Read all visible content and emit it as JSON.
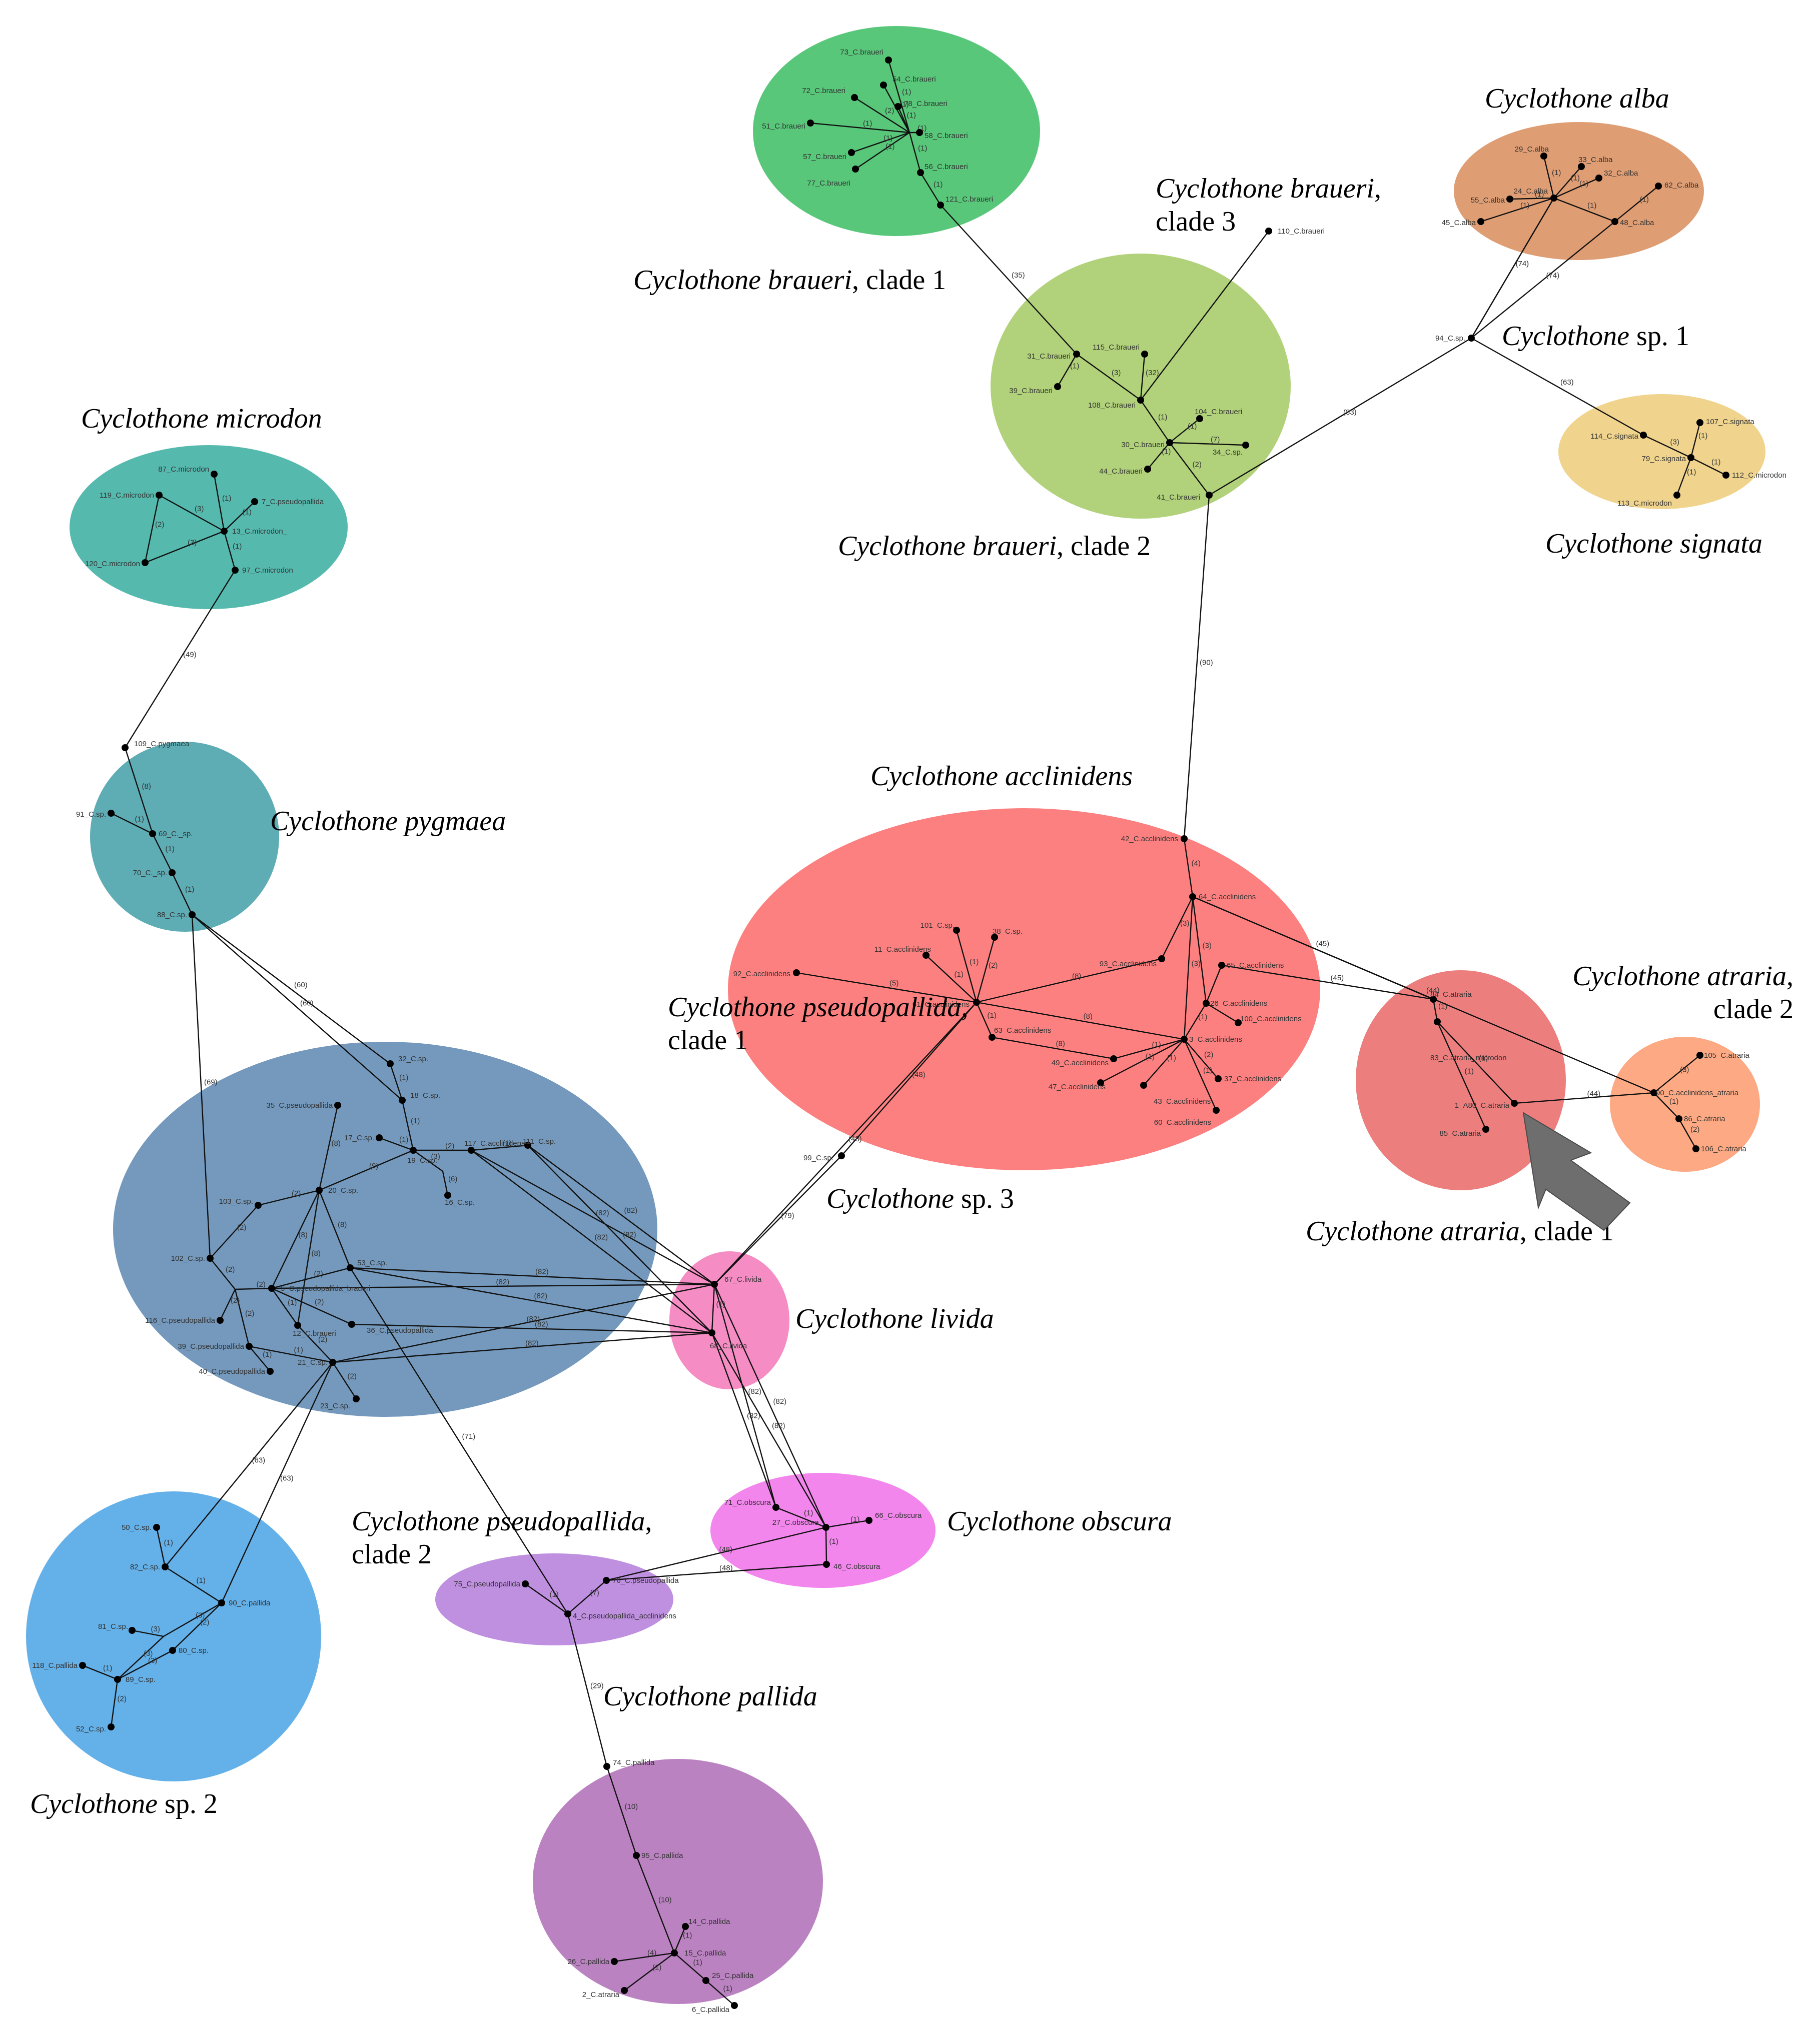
{
  "clusters": [
    {
      "id": "brauc1",
      "name": "Cyclothone braueri",
      "suffix": ", clade 1",
      "color": "#59c77a"
    },
    {
      "id": "brauc2",
      "name": "Cyclothone braueri",
      "suffix": ", clade 2",
      "color": "#b1d27a"
    },
    {
      "id": "brauc3",
      "name": "Cyclothone braueri",
      "suffix": ",",
      "line2": "clade 3",
      "color": "#000000"
    },
    {
      "id": "alba",
      "name": "Cyclothone alba",
      "suffix": "",
      "color": "#df9d73"
    },
    {
      "id": "sp1",
      "name": "Cyclothone",
      "suffix": " sp. 1",
      "color": "#000000"
    },
    {
      "id": "signata",
      "name": "Cyclothone signata",
      "suffix": "",
      "color": "#f0d48e"
    },
    {
      "id": "microdon",
      "name": "Cyclothone microdon",
      "suffix": "",
      "color": "#56b9ae"
    },
    {
      "id": "pygmaea",
      "name": "Cyclothone pygmaea",
      "suffix": "",
      "color": "#5eacb4"
    },
    {
      "id": "acclinidens",
      "name": "Cyclothone acclinidens",
      "suffix": "",
      "color": "#fd8080"
    },
    {
      "id": "pseudoc1",
      "name": "Cyclothone pseudopallida",
      "suffix": ",",
      "line2": "clade 1",
      "color": "#7499bc"
    },
    {
      "id": "atrariac2",
      "name": "Cyclothone atraria",
      "suffix": ",",
      "line2": "clade 2",
      "color": "#fdaa84"
    },
    {
      "id": "atrariac1",
      "name": "Cyclothone atraria",
      "suffix": ", clade 1",
      "color": "#ec7e7e"
    },
    {
      "id": "sp3",
      "name": "Cyclothone",
      "suffix": " sp. 3",
      "color": "#000000"
    },
    {
      "id": "livida",
      "name": "Cyclothone livida",
      "suffix": "",
      "color": "#f58cc4"
    },
    {
      "id": "obscura",
      "name": "Cyclothone obscura",
      "suffix": "",
      "color": "#f286ec"
    },
    {
      "id": "pseudoc2",
      "name": "Cyclothone pseudopallida",
      "suffix": ",",
      "line2": "clade 2",
      "color": "#bf8fe0"
    },
    {
      "id": "sp2",
      "name": "Cyclothone",
      "suffix": " sp. 2",
      "color": "#64b0e8"
    },
    {
      "id": "pallida",
      "name": "Cyclothone pallida",
      "suffix": "",
      "color": "#bb82c2"
    }
  ],
  "nodes": [
    {
      "id": "73",
      "label": "73_C.braueri"
    },
    {
      "id": "54",
      "label": "54_C.braueri"
    },
    {
      "id": "72",
      "label": "72_C.braueri"
    },
    {
      "id": "78",
      "label": "78_C.braueri"
    },
    {
      "id": "51",
      "label": "51_C.braueri"
    },
    {
      "id": "58",
      "label": "58_C.braueri"
    },
    {
      "id": "57",
      "label": "57_C.braueri"
    },
    {
      "id": "56",
      "label": "56_C.braueri"
    },
    {
      "id": "77",
      "label": "77_C.braueri"
    },
    {
      "id": "121",
      "label": "121_C.braueri"
    },
    {
      "id": "110",
      "label": "110_C.braueri"
    },
    {
      "id": "115",
      "label": "115_C.braueri"
    },
    {
      "id": "31",
      "label": "31_C.braueri"
    },
    {
      "id": "39",
      "label": "39_C.braueri"
    },
    {
      "id": "108",
      "label": "108_C.braueri"
    },
    {
      "id": "104",
      "label": "104_C.braueri"
    },
    {
      "id": "30",
      "label": "30_C.braueri"
    },
    {
      "id": "34",
      "label": "34_C.sp."
    },
    {
      "id": "44",
      "label": "44_C.braueri"
    },
    {
      "id": "41",
      "label": "41_C.braueri"
    },
    {
      "id": "29",
      "label": "29_C.alba"
    },
    {
      "id": "33",
      "label": "33_C.alba"
    },
    {
      "id": "24",
      "label": "24_C.alba"
    },
    {
      "id": "32",
      "label": "32_C.alba"
    },
    {
      "id": "55",
      "label": "55_C.alba"
    },
    {
      "id": "62",
      "label": "62_C.alba"
    },
    {
      "id": "45",
      "label": "45_C.alba"
    },
    {
      "id": "48",
      "label": "48_C.alba"
    },
    {
      "id": "94",
      "label": "94_C.sp."
    },
    {
      "id": "114",
      "label": "114_C.signata"
    },
    {
      "id": "107",
      "label": "107_C.signata"
    },
    {
      "id": "79",
      "label": "79_C.signata"
    },
    {
      "id": "112",
      "label": "112_C.microdon"
    },
    {
      "id": "113",
      "label": "113_C.microdon"
    },
    {
      "id": "87",
      "label": "87_C.microdon"
    },
    {
      "id": "119",
      "label": "119_C.microdon"
    },
    {
      "id": "7",
      "label": "7_C.pseudopallida"
    },
    {
      "id": "13",
      "label": "13_C.microdon_"
    },
    {
      "id": "120",
      "label": "120_C.microdon"
    },
    {
      "id": "97",
      "label": "97_C.microdon"
    },
    {
      "id": "109",
      "label": "109_C.pygmaea"
    },
    {
      "id": "91",
      "label": "91_C.sp."
    },
    {
      "id": "69",
      "label": "69_C._sp."
    },
    {
      "id": "70",
      "label": "70_C._sp."
    },
    {
      "id": "88",
      "label": "88_C.sp."
    },
    {
      "id": "42",
      "label": "42_C.acclinidens"
    },
    {
      "id": "64",
      "label": "64_C.acclinidens"
    },
    {
      "id": "101",
      "label": "101_C.sp."
    },
    {
      "id": "38",
      "label": "38_C.sp."
    },
    {
      "id": "11",
      "label": "11_C.acclinidens"
    },
    {
      "id": "92",
      "label": "92_C.acclinidens"
    },
    {
      "id": "61",
      "label": "61_C.acclinidens"
    },
    {
      "id": "93",
      "label": "93_C.acclinidens"
    },
    {
      "id": "65",
      "label": "65_C.acclinidens"
    },
    {
      "id": "63",
      "label": "63_C.acclinidens"
    },
    {
      "id": "26",
      "label": "26_C.acclinidens"
    },
    {
      "id": "100",
      "label": "100_C.acclinidens"
    },
    {
      "id": "49",
      "label": "49_C.acclinidens"
    },
    {
      "id": "3",
      "label": "3_C.acclinidens"
    },
    {
      "id": "37",
      "label": "37_C.acclinidens"
    },
    {
      "id": "47",
      "label": "47_C.acclinidens"
    },
    {
      "id": "43",
      "label": "43_C.acclinidens"
    },
    {
      "id": "60",
      "label": "60_C.acclinidens"
    },
    {
      "id": "99",
      "label": "99_C.sp."
    },
    {
      "id": "84",
      "label": "84_C.atraria"
    },
    {
      "id": "83",
      "label": "83_C.atraria_microdon"
    },
    {
      "id": "1",
      "label": "1_A80_C.atraria"
    },
    {
      "id": "85",
      "label": "85_C.atraria"
    },
    {
      "id": "105",
      "label": "105_C.atraria"
    },
    {
      "id": "90a",
      "label": "90_C.acclinidens_atraria"
    },
    {
      "id": "86",
      "label": "86_C.atraria"
    },
    {
      "id": "106",
      "label": "106_C.atraria"
    },
    {
      "id": "32s",
      "label": "32_C.sp."
    },
    {
      "id": "18",
      "label": "18_C.sp."
    },
    {
      "id": "35",
      "label": "35_C.pseudopallida"
    },
    {
      "id": "17",
      "label": "17_C.sp."
    },
    {
      "id": "117",
      "label": "117_C.acclinidens"
    },
    {
      "id": "111",
      "label": "111_C.sp."
    },
    {
      "id": "19",
      "label": "19_C.sp."
    },
    {
      "id": "16",
      "label": "16_C.sp."
    },
    {
      "id": "103",
      "label": "103_C.sp."
    },
    {
      "id": "20",
      "label": "20_C.sp."
    },
    {
      "id": "102",
      "label": "102_C.sp."
    },
    {
      "id": "53",
      "label": "53_C.sp."
    },
    {
      "id": "5",
      "label": "5_C.pseudopallida_braueri"
    },
    {
      "id": "116",
      "label": "116_C.pseudopallida"
    },
    {
      "id": "12",
      "label": "12_C.braueri"
    },
    {
      "id": "36",
      "label": "36_C.pseudopallida"
    },
    {
      "id": "39p",
      "label": "39_C.pseudopallida"
    },
    {
      "id": "40",
      "label": "40_C.pseudopallida"
    },
    {
      "id": "21",
      "label": "21_C.sp."
    },
    {
      "id": "23",
      "label": "23_C.sp."
    },
    {
      "id": "67",
      "label": "67_C.livida"
    },
    {
      "id": "68",
      "label": "68_C.livida"
    },
    {
      "id": "71",
      "label": "71_C.obscura"
    },
    {
      "id": "27",
      "label": "27_C.obscura"
    },
    {
      "id": "66",
      "label": "66_C.obscura"
    },
    {
      "id": "46",
      "label": "46_C.obscura"
    },
    {
      "id": "75",
      "label": "75_C.pseudopallida"
    },
    {
      "id": "76",
      "label": "76_C.pseudopallida"
    },
    {
      "id": "4",
      "label": "4_C.pseudopallida_acclinidens"
    },
    {
      "id": "50",
      "label": "50_C.sp."
    },
    {
      "id": "82",
      "label": "82_C.sp."
    },
    {
      "id": "90",
      "label": "90_C.pallida"
    },
    {
      "id": "81",
      "label": "81_C.sp."
    },
    {
      "id": "80",
      "label": "80_C.sp."
    },
    {
      "id": "118",
      "label": "118_C.pallida"
    },
    {
      "id": "89",
      "label": "89_C.sp."
    },
    {
      "id": "52",
      "label": "52_C.sp."
    },
    {
      "id": "74",
      "label": "74_C.pallida"
    },
    {
      "id": "95",
      "label": "95_C.pallida"
    },
    {
      "id": "14",
      "label": "14_C.pallida"
    },
    {
      "id": "26p",
      "label": "26_C.pallida"
    },
    {
      "id": "15",
      "label": "15_C.pallida"
    },
    {
      "id": "25",
      "label": "25_C.pallida"
    },
    {
      "id": "2",
      "label": "2_C.atraria"
    },
    {
      "id": "6",
      "label": "6_C.pallida"
    }
  ],
  "edges": [
    {
      "a": "73",
      "b": "h1",
      "w": "(1)"
    },
    {
      "a": "54",
      "b": "h1",
      "w": "(1)"
    },
    {
      "a": "72",
      "b": "h1",
      "w": "(2)"
    },
    {
      "a": "78",
      "b": "h1",
      "w": "(1)"
    },
    {
      "a": "51",
      "b": "h1",
      "w": "(1)"
    },
    {
      "a": "58",
      "b": "h1",
      "w": "(1)"
    },
    {
      "a": "57",
      "b": "h1",
      "w": "(1)"
    },
    {
      "a": "77",
      "b": "h1",
      "w": "(1)"
    },
    {
      "a": "56",
      "b": "h1",
      "w": "(1)"
    },
    {
      "a": "121",
      "b": "56",
      "w": "(1)"
    },
    {
      "a": "121",
      "b": "j1",
      "w": "(35)"
    },
    {
      "a": "31",
      "b": "j1",
      "w": ""
    },
    {
      "a": "39",
      "b": "31",
      "w": "(1)"
    },
    {
      "a": "j1",
      "b": "108",
      "w": "(3)"
    },
    {
      "a": "108",
      "b": "115",
      "w": "(32)"
    },
    {
      "a": "108",
      "b": "110",
      "w": ""
    },
    {
      "a": "108",
      "b": "30",
      "w": "(1)"
    },
    {
      "a": "30",
      "b": "104",
      "w": "(1)"
    },
    {
      "a": "30",
      "b": "34",
      "w": "(7)"
    },
    {
      "a": "30",
      "b": "44",
      "w": "(1)"
    },
    {
      "a": "30",
      "b": "41",
      "w": "(2)"
    },
    {
      "a": "41",
      "b": "94",
      "w": "(83)"
    },
    {
      "a": "41",
      "b": "42",
      "w": "(90)"
    },
    {
      "a": "29",
      "b": "h2",
      "w": "(1)"
    },
    {
      "a": "33",
      "b": "h2",
      "w": "(1)"
    },
    {
      "a": "24",
      "b": "h2",
      "w": ""
    },
    {
      "a": "32",
      "b": "h2",
      "w": "(1)"
    },
    {
      "a": "55",
      "b": "h2",
      "w": "(1)"
    },
    {
      "a": "45",
      "b": "h2",
      "w": "(1)"
    },
    {
      "a": "h2",
      "b": "48",
      "w": "(1)"
    },
    {
      "a": "62",
      "b": "48",
      "w": "(1)"
    },
    {
      "a": "h2",
      "b": "94",
      "w": "(74)"
    },
    {
      "a": "24",
      "b": "94",
      "w": "(74)"
    },
    {
      "a": "48",
      "b": "94",
      "w": "(74)"
    },
    {
      "a": "94",
      "b": "114",
      "w": "(63)"
    },
    {
      "a": "114",
      "b": "79",
      "w": "(3)"
    },
    {
      "a": "79",
      "b": "107",
      "w": "(1)"
    },
    {
      "a": "79",
      "b": "112",
      "w": "(1)"
    },
    {
      "a": "79",
      "b": "113",
      "w": "(1)"
    },
    {
      "a": "87",
      "b": "13",
      "w": "(1)"
    },
    {
      "a": "7",
      "b": "13",
      "w": "(1)"
    },
    {
      "a": "119",
      "b": "13",
      "w": "(3)"
    },
    {
      "a": "119",
      "b": "120",
      "w": "(2)"
    },
    {
      "a": "120",
      "b": "13",
      "w": "(3)"
    },
    {
      "a": "13",
      "b": "97",
      "w": "(1)"
    },
    {
      "a": "97",
      "b": "109",
      "w": "(49)"
    },
    {
      "a": "109",
      "b": "69",
      "w": "(8)"
    },
    {
      "a": "91",
      "b": "69",
      "w": "(1)"
    },
    {
      "a": "69",
      "b": "70",
      "w": "(1)"
    },
    {
      "a": "70",
      "b": "88",
      "w": "(1)"
    },
    {
      "a": "88",
      "b": "32s",
      "w": "(60)"
    },
    {
      "a": "88",
      "b": "18",
      "w": "(60)"
    },
    {
      "a": "88",
      "b": "102",
      "w": "(69)"
    },
    {
      "a": "42",
      "b": "64",
      "w": "(4)"
    },
    {
      "a": "64",
      "b": "93",
      "w": "(3)"
    },
    {
      "a": "64",
      "b": "26",
      "w": "(3)"
    },
    {
      "a": "64",
      "b": "3",
      "w": "(3)"
    },
    {
      "a": "64",
      "b": "84",
      "w": "(45)"
    },
    {
      "a": "64",
      "b": "90a",
      "w": "(44)"
    },
    {
      "a": "65",
      "b": "26",
      "w": ""
    },
    {
      "a": "65",
      "b": "84",
      "w": "(45)"
    },
    {
      "a": "93",
      "b": "61",
      "w": "(8)"
    },
    {
      "a": "101",
      "b": "61",
      "w": "(1)"
    },
    {
      "a": "38",
      "b": "61",
      "w": "(2)"
    },
    {
      "a": "11",
      "b": "61",
      "w": "(1)"
    },
    {
      "a": "92",
      "b": "61",
      "w": "(5)"
    },
    {
      "a": "61",
      "b": "63",
      "w": "(1)"
    },
    {
      "a": "61",
      "b": "3",
      "w": "(8)"
    },
    {
      "a": "63",
      "b": "49",
      "w": "(8)"
    },
    {
      "a": "49",
      "b": "3",
      "w": "(1)"
    },
    {
      "a": "3",
      "b": "26",
      "w": "(1)"
    },
    {
      "a": "26",
      "b": "100",
      "w": ""
    },
    {
      "a": "3",
      "b": "37",
      "w": "(2)"
    },
    {
      "a": "3",
      "b": "47",
      "w": "(1)"
    },
    {
      "a": "3",
      "b": "43",
      "w": "(1)"
    },
    {
      "a": "3",
      "b": "60",
      "w": "(1)"
    },
    {
      "a": "61",
      "b": "99",
      "w": "(48)"
    },
    {
      "a": "61",
      "b": "67",
      "w": "(48)"
    },
    {
      "a": "99",
      "b": "67",
      "w": "(79)"
    },
    {
      "a": "84",
      "b": "83",
      "w": "(1)"
    },
    {
      "a": "83",
      "b": "1",
      "w": "(1)"
    },
    {
      "a": "83",
      "b": "85",
      "w": "(1)"
    },
    {
      "a": "1",
      "b": "90a",
      "w": "(44)"
    },
    {
      "a": "105",
      "b": "90a",
      "w": "(3)"
    },
    {
      "a": "90a",
      "b": "86",
      "w": "(1)"
    },
    {
      "a": "86",
      "b": "106",
      "w": "(2)"
    },
    {
      "a": "32s",
      "b": "18",
      "w": "(1)"
    },
    {
      "a": "18",
      "b": "19",
      "w": "(1)"
    },
    {
      "a": "17",
      "b": "19",
      "w": "(1)"
    },
    {
      "a": "19",
      "b": "117",
      "w": "(2)"
    },
    {
      "a": "117",
      "b": "111",
      "w": "(1)"
    },
    {
      "a": "19",
      "b": "h3",
      "w": "(3)"
    },
    {
      "a": "h3",
      "b": "16",
      "w": "(6)"
    },
    {
      "a": "19",
      "b": "20",
      "w": "(9)"
    },
    {
      "a": "35",
      "b": "20",
      "w": "(8)"
    },
    {
      "a": "103",
      "b": "20",
      "w": "(2)"
    },
    {
      "a": "20",
      "b": "5",
      "w": "(8)"
    },
    {
      "a": "20",
      "b": "12",
      "w": "(8)"
    },
    {
      "a": "20",
      "b": "53",
      "w": "(8)"
    },
    {
      "a": "103",
      "b": "102",
      "w": "(2)"
    },
    {
      "a": "102",
      "b": "h4",
      "w": "(2)"
    },
    {
      "a": "h4",
      "b": "5",
      "w": "(2)"
    },
    {
      "a": "h4",
      "b": "116",
      "w": "(2)"
    },
    {
      "a": "h4",
      "b": "39p",
      "w": "(2)"
    },
    {
      "a": "39p",
      "b": "40",
      "w": "(1)"
    },
    {
      "a": "5",
      "b": "12",
      "w": "(1)"
    },
    {
      "a": "5",
      "b": "53",
      "w": "(2)"
    },
    {
      "a": "5",
      "b": "36",
      "w": "(2)"
    },
    {
      "a": "12",
      "b": "21",
      "w": "(2)"
    },
    {
      "a": "39p",
      "b": "21",
      "w": "(1)"
    },
    {
      "a": "21",
      "b": "23",
      "w": "(2)"
    },
    {
      "a": "117",
      "b": "67",
      "w": "(82)"
    },
    {
      "a": "117",
      "b": "68",
      "w": "(82)"
    },
    {
      "a": "111",
      "b": "67",
      "w": "(82)"
    },
    {
      "a": "111",
      "b": "68",
      "w": "(82)"
    },
    {
      "a": "53",
      "b": "67",
      "w": "(82)"
    },
    {
      "a": "53",
      "b": "68",
      "w": "(82)"
    },
    {
      "a": "5",
      "b": "67",
      "w": "(82)"
    },
    {
      "a": "36",
      "b": "68",
      "w": "(82)"
    },
    {
      "a": "21",
      "b": "67",
      "w": "(82)"
    },
    {
      "a": "21",
      "b": "68",
      "w": "(82)"
    },
    {
      "a": "67",
      "b": "68",
      "w": "(1)"
    },
    {
      "a": "67",
      "b": "71",
      "w": "(82)"
    },
    {
      "a": "67",
      "b": "27",
      "w": "(82)"
    },
    {
      "a": "68",
      "b": "71",
      "w": "(82)"
    },
    {
      "a": "68",
      "b": "27",
      "w": "(82)"
    },
    {
      "a": "71",
      "b": "27",
      "w": "(1)"
    },
    {
      "a": "27",
      "b": "66",
      "w": "(1)"
    },
    {
      "a": "27",
      "b": "46",
      "w": "(1)"
    },
    {
      "a": "27",
      "b": "76",
      "w": "(48)"
    },
    {
      "a": "46",
      "b": "76",
      "w": "(48)"
    },
    {
      "a": "76",
      "b": "4",
      "w": "(7)"
    },
    {
      "a": "75",
      "b": "4",
      "w": "(1)"
    },
    {
      "a": "53",
      "b": "4",
      "w": "(71)"
    },
    {
      "a": "4",
      "b": "74",
      "w": "(29)"
    },
    {
      "a": "21",
      "b": "82",
      "w": "(63)"
    },
    {
      "a": "21",
      "b": "90",
      "w": "(63)"
    },
    {
      "a": "50",
      "b": "82",
      "w": "(1)"
    },
    {
      "a": "82",
      "b": "90",
      "w": "(1)"
    },
    {
      "a": "90",
      "b": "80",
      "w": "(2)"
    },
    {
      "a": "90",
      "b": "h5",
      "w": "(3)"
    },
    {
      "a": "81",
      "b": "h5",
      "w": "(3)"
    },
    {
      "a": "h5",
      "b": "89",
      "w": "(3)"
    },
    {
      "a": "118",
      "b": "89",
      "w": "(1)"
    },
    {
      "a": "89",
      "b": "80",
      "w": "(3)"
    },
    {
      "a": "89",
      "b": "52",
      "w": "(2)"
    },
    {
      "a": "74",
      "b": "95",
      "w": "(10)"
    },
    {
      "a": "95",
      "b": "15",
      "w": "(10)"
    },
    {
      "a": "14",
      "b": "15",
      "w": "(1)"
    },
    {
      "a": "26p",
      "b": "15",
      "w": "(4)"
    },
    {
      "a": "2",
      "b": "15",
      "w": "(1)"
    },
    {
      "a": "15",
      "b": "25",
      "w": "(1)"
    },
    {
      "a": "25",
      "b": "6",
      "w": "(1)"
    }
  ]
}
